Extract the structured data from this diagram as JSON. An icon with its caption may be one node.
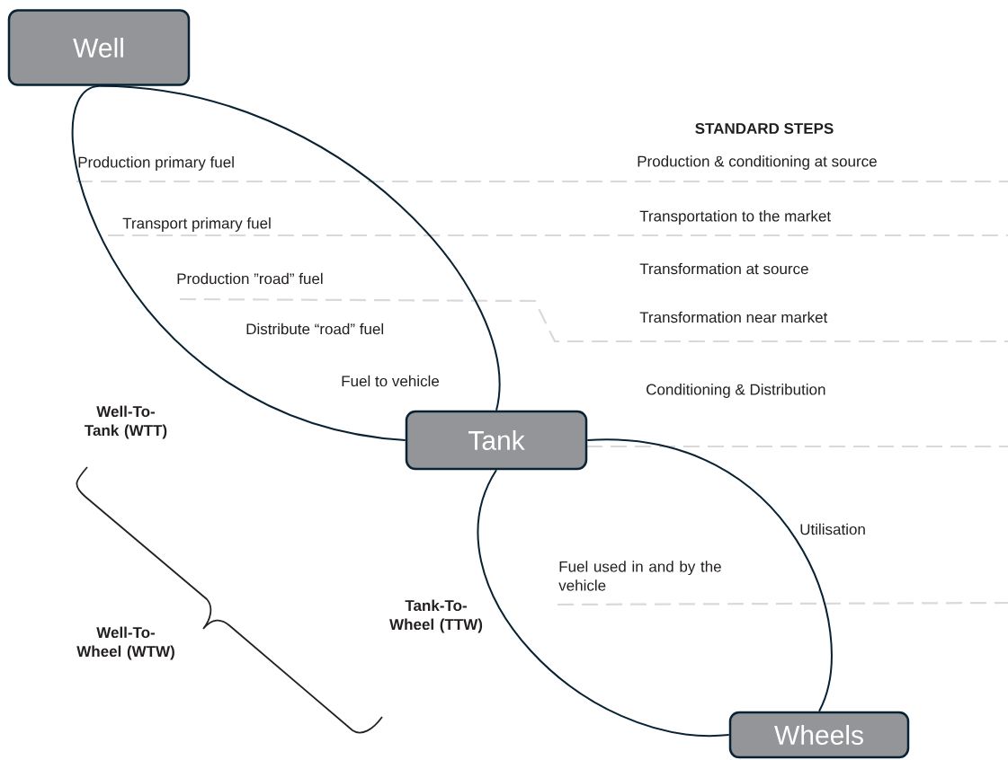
{
  "diagram": {
    "nodes": [
      {
        "text": [
          "Well"
        ]
      },
      {
        "text": [
          "Tank"
        ]
      },
      {
        "text": [
          "Wheels"
        ]
      }
    ],
    "edges": [
      {
        "from": 0,
        "to": 1,
        "arrow": "none"
      },
      {
        "from": 0,
        "to": 1,
        "arrow": "none"
      },
      {
        "from": 1,
        "to": 2,
        "arrow": "none"
      },
      {
        "from": 1,
        "to": 2,
        "arrow": "none"
      }
    ],
    "labels": [
      "STANDARD STEPS",
      "Production primary fuel",
      "Production & conditioning at source",
      "Transport primary fuel",
      "Transportation to the market",
      "Production ”road” fuel",
      "Transformation at source",
      "Distribute “road” fuel",
      "Transformation near market",
      "Fuel to vehicle",
      "Conditioning & Distribution",
      "Well-To-Tank (WTT)",
      "Utilisation",
      "Fuel used in and by the vehicle",
      "Tank-To-Wheel (TTW)",
      "Well-To-Wheel (WTW)"
    ]
  }
}
